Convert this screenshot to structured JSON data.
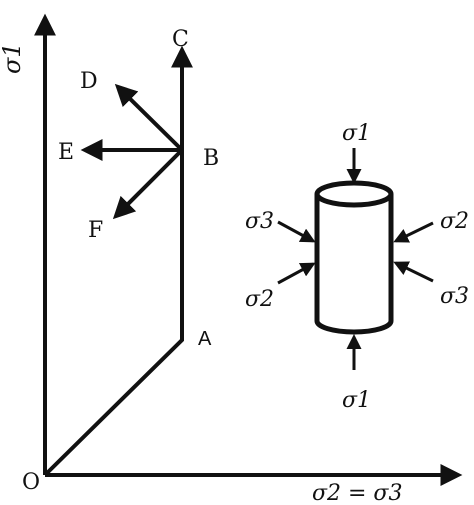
{
  "diagram": {
    "axes": {
      "y_label": "σ1",
      "x_label": "σ2 = σ3",
      "origin_label": "O"
    },
    "path_points": {
      "A": "A",
      "B": "B",
      "C": "C"
    },
    "branch_labels": {
      "D": "D",
      "E": "E",
      "F": "F"
    },
    "specimen": {
      "top_label": "σ1",
      "bottom_label": "σ1",
      "left_upper_label": "σ3",
      "left_lower_label": "σ2",
      "right_upper_label": "σ2",
      "right_lower_label": "σ3"
    },
    "colors": {
      "ink": "#111111",
      "background": "#ffffff"
    }
  }
}
